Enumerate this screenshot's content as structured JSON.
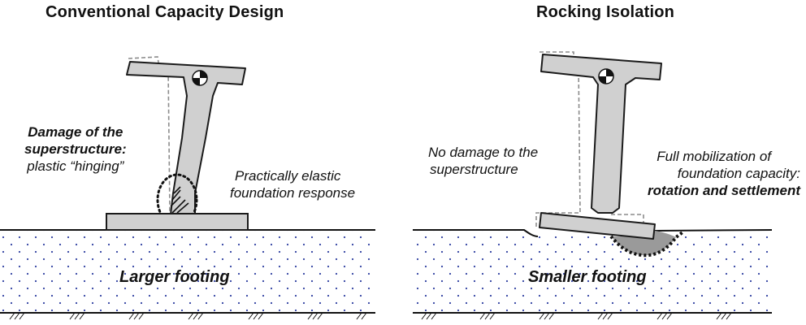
{
  "left_panel": {
    "title": "Conventional Capacity Design",
    "damage_label_line1": "Damage of the",
    "damage_label_line2": "superstructure:",
    "damage_label_line3": "plastic “hinging”",
    "foundation_label_line1": "Practically elastic",
    "foundation_label_line2": "foundation response",
    "footing_label": "Larger footing"
  },
  "right_panel": {
    "title": "Rocking Isolation",
    "nodamage_label_line1": "No damage to the",
    "nodamage_label_line2": "superstructure",
    "mobilization_label_line1": "Full mobilization of",
    "mobilization_label_line2": "foundation capacity:",
    "mobilization_label_line3": "rotation and settlement",
    "footing_label": "Smaller footing"
  },
  "colors": {
    "structure_fill": "#d0d0d0",
    "soil_dots": "#2f3fa0",
    "settlement_fill": "#9a9a9a",
    "outline": "#1a1a1a",
    "ghost_outline": "#8c8c8c"
  }
}
